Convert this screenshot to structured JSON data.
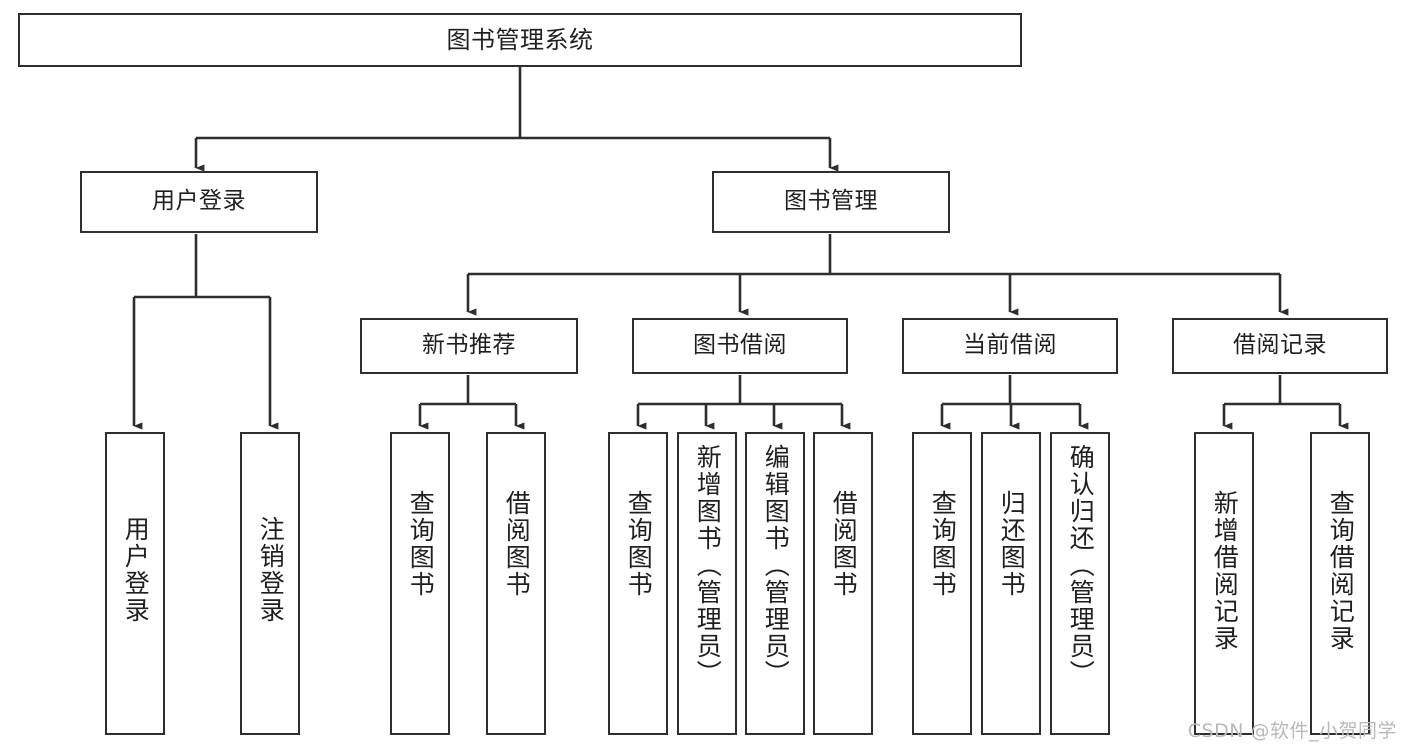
{
  "diagram": {
    "title": "图书管理系统",
    "type": "tree-hierarchy-diagram",
    "colors": {
      "background": "#ffffff",
      "box_border": "#2e2e2e",
      "box_fill": "#ffffff",
      "text": "#1f1f1f",
      "edge": "#2e2e2e",
      "watermark": "#b9b9b9"
    },
    "watermark": "CSDN @软件_小贺同学",
    "nodes": {
      "root": {
        "label": "图书管理系统"
      },
      "level2": [
        {
          "label": "用户登录"
        },
        {
          "label": "图书管理"
        }
      ],
      "level3": [
        {
          "label": "新书推荐"
        },
        {
          "label": "图书借阅"
        },
        {
          "label": "当前借阅"
        },
        {
          "label": "借阅记录"
        }
      ],
      "leaves": {
        "user_login": [
          {
            "label": "用户登录"
          },
          {
            "label": "注销登录"
          }
        ],
        "new_book_recommend": [
          {
            "label": "查询图书"
          },
          {
            "label": "借阅图书"
          }
        ],
        "book_borrow": [
          {
            "label": "查询图书"
          },
          {
            "label": "新增图书（管理员）"
          },
          {
            "label": "编辑图书（管理员）"
          },
          {
            "label": "借阅图书"
          }
        ],
        "current_borrow": [
          {
            "label": "查询图书"
          },
          {
            "label": "归还图书"
          },
          {
            "label": "确认归还（管理员）"
          }
        ],
        "borrow_record": [
          {
            "label": "新增借阅记录"
          },
          {
            "label": "查询借阅记录"
          }
        ]
      }
    }
  }
}
